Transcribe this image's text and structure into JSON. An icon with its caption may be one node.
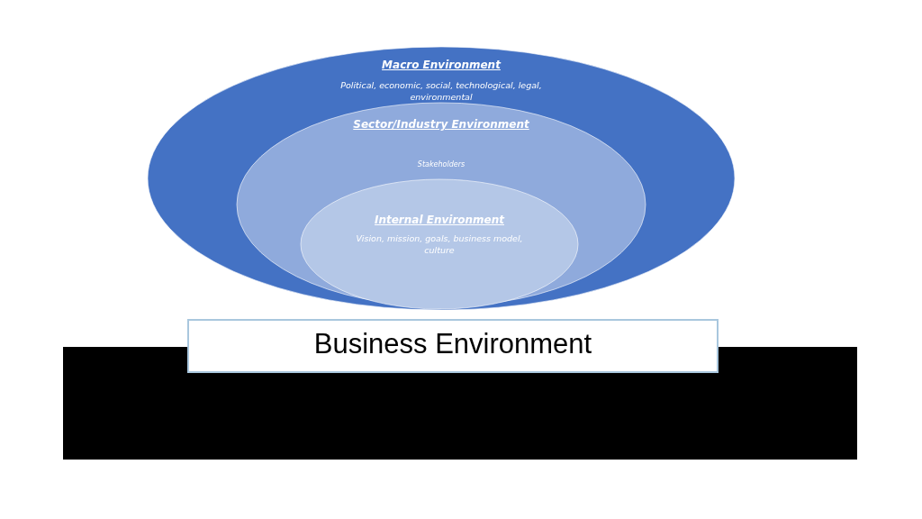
{
  "diagram": {
    "nodes": [
      {
        "text": [
          "Macro Environment",
          "Political, economic, social, technological, legal, environmental"
        ]
      },
      {
        "text": [
          "Sector/Industry Environment",
          "Stakeholders"
        ],
        "in": 0
      },
      {
        "text": [
          "Internal Environment",
          "Vision, mission, goals, business model, culture"
        ],
        "in": 1
      },
      {
        "text": [
          "Business Environment"
        ]
      }
    ]
  }
}
